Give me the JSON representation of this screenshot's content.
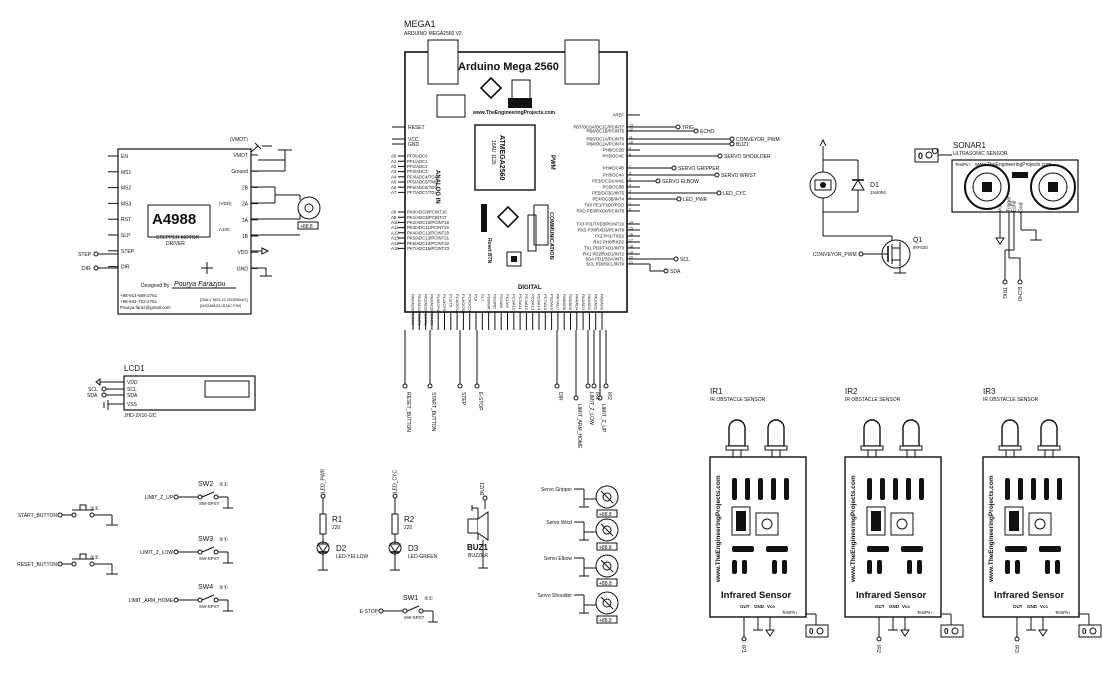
{
  "mega": {
    "ref": "MEGA1",
    "part": "ARDUINO MEGA2560 V2",
    "title": "Arduino Mega 2560",
    "site": "www.TheEngineeringProjects.com",
    "chip": "ATMEGA2560",
    "chip2": "16AU 1126",
    "reset_btn": "Reset BTN",
    "section_analog": "ANALOG IN",
    "section_pwm": "PWM",
    "section_comm": "COMMUNICATION",
    "section_digital": "DIGITAL",
    "left_pins": [
      "RESET",
      "VCC",
      "GND"
    ],
    "analog_a": [
      "A0",
      "A1",
      "A2",
      "A3",
      "A4",
      "A5",
      "A6",
      "A7"
    ],
    "analog_pins": [
      "PF0/ADC0",
      "PF1/ADC1",
      "PF2/ADC2",
      "PF3/ADC3",
      "PF4/ADC4/TCK",
      "PF5/ADC5/TMS",
      "PF6/ADC6/TDO",
      "PF7/ADC7/TDI"
    ],
    "analog_b": [
      "A8",
      "A9",
      "A10",
      "A11",
      "A12",
      "A13",
      "A14",
      "A15"
    ],
    "analog_pins2": [
      "PK0/ADC8/PCINT16",
      "PK1/ADC9/PCINT17",
      "PK2/ADC10/PCINT18",
      "PK3/ADC11/PCINT19",
      "PK4/ADC12/PCINT20",
      "PK5/ADC13/PCINT21",
      "PK6/ADC14/PCINT22",
      "PK7/ADC15/PCINT23"
    ],
    "right_pins": [
      "AREF",
      "PB7/OC0A/OC1C/PCINT7",
      "PB6/OC1B/PCINT6",
      "PB5/OC1A/PCINT5",
      "PB4/OC2A/PCINT4",
      "PH6/OC2B",
      "PH5/OC4C",
      "PH4/OC4B",
      "PH3/OC4A",
      "PE3/OC3A/AIN1",
      "PG5/OC0B",
      "PE5/OC3C/INT5",
      "PE4/OC3B/INT4",
      "TX0 PE1/TXD0/PDO",
      "RXD PE0/RXD0/PCINT8",
      "TX3 PJ1/TXD3/PCINT10",
      "RX3 PJ0/RXD3/PCINT9",
      "TX2 PH1/TXD2",
      "RX2 PH0/RXD2",
      "TX1 PD3/TXD1/INT3",
      "RX1 PD2/RXD1/INT2",
      "SDA PD1/SDA/INT1",
      "SCL PD0/SCL/INT0"
    ],
    "right_nums": [
      "13",
      "12",
      "11",
      "10",
      "9",
      "8",
      "7",
      "6",
      "5",
      "4",
      "3",
      "2",
      "1",
      "0",
      "14",
      "15",
      "16",
      "17",
      "18",
      "19",
      "20",
      "21"
    ],
    "bottom_pins": [
      "PA0/AD0/PCINT0",
      "PA1/AD1/PCINT1",
      "PA2/AD2/PCINT2",
      "PA3/AD3/PCINT3",
      "PL0/ICP4",
      "PL1/ICP5",
      "PL2/T5",
      "PL3/OC5A",
      "PL4/OC5B",
      "PL5/OC5C",
      "PL6",
      "PL7",
      "PG0/WR",
      "PG1/RD",
      "PC0/A8",
      "PC1/A9",
      "PC2/A10",
      "PC3/A11",
      "PC4/A12",
      "PC5/A13",
      "PC6/A14",
      "PC7/A15",
      "PG2/ALE",
      "PA7/AD7",
      "PA6/AD6",
      "PA5/AD5",
      "PA4/AD4",
      "PA3/AD3",
      "PA2/AD2",
      "PA1/AD1",
      "PA0/AD0"
    ]
  },
  "net_labels": {
    "trig": "TRIG",
    "echo": "ECHO",
    "conveyor_pwm": "CONVEYOR_PWM",
    "buz1": "BUZ1",
    "servo_shoulder": "SERVO SHOULDER",
    "servo_gripper": "SERVO GRIPPER",
    "servo_wrist": "SERVO WRIST",
    "servo_elbow": "SERVO ELBOW",
    "led_cyc": "LED_CYC",
    "led_pwr": "LED_PWR",
    "scl": "SCL",
    "sda": "SDA",
    "reset_button": "RESET_BUTTON",
    "start_button": "START_BUTTON",
    "step": "STEP",
    "e_stop": "E-STOP",
    "dir": "DIR",
    "limit_arm_home": "LIMIT_ARM_HOME",
    "limit_z_low": "LIMIT_Z_LOW",
    "limit_z_up": "LIMIT_Z_UP",
    "ir1": "IR1",
    "ir2": "IR2",
    "ir3": "IR3"
  },
  "driver": {
    "chip": "A4988",
    "desc1": "STEPPER MOTOR",
    "desc2": "DRIVER",
    "left_pins": [
      "EN",
      "MS1",
      "MS2",
      "MS3",
      "RST",
      "SLP",
      "STEP",
      "DIR"
    ],
    "right_pins": [
      "VMOT",
      "Ground",
      "2B",
      "2A",
      "1A",
      "1B",
      "VDD",
      "GND"
    ],
    "vmot_label": "(VMOT)",
    "vdd_label": "(VDD)",
    "a100": "A100",
    "designed_by": "Designed By :",
    "designer": "Pourya Farazjou",
    "phone1": "+98-914-669-2761",
    "phone2": "+98-531-702-2761",
    "email": "Pourya.faraz@gmail.com",
    "note1": "[ONLY MS1 IS WORKING]",
    "note2": "[MS2&MS3 IS NC PIN]",
    "net_step": "STEP",
    "net_dir": "DIR",
    "motor_value": "+88.8"
  },
  "lcd": {
    "ref": "LCD1",
    "part": "JHD-2X16-I2C",
    "pins": [
      "VDD",
      "SCL",
      "SDA",
      "VSS"
    ],
    "net_scl": "SCL",
    "net_sda": "SDA"
  },
  "switches": [
    {
      "ref": "SW2",
      "part": "SW-SPST",
      "net": "LIMIT_Z_UP"
    },
    {
      "ref": "SW3",
      "part": "SW-SPST",
      "net": "LIMIT_Z_LOW"
    },
    {
      "ref": "SW4",
      "part": "SW-SPST",
      "net": "LIMIT_ARM_HOME"
    },
    {
      "ref": "SW1",
      "part": "SW-SPST",
      "net": "E-STOP"
    }
  ],
  "buttons": [
    {
      "net": "START_BUTTON"
    },
    {
      "net": "RESET_BUTTON"
    }
  ],
  "leds": [
    {
      "ref": "R1",
      "rval": "220",
      "led": "D2",
      "part": "LED-YELLOW",
      "net": "LED_PWR"
    },
    {
      "ref": "R2",
      "rval": "220",
      "led": "D3",
      "part": "LED-GREEN",
      "net": "LED_CYC"
    }
  ],
  "buzzer": {
    "ref": "BUZ1",
    "part": "BUZZER",
    "net": "BUZ1"
  },
  "servos": [
    {
      "label": "Servo Gripper",
      "value": "+88.8"
    },
    {
      "label": "Servo Wrist",
      "value": "+88.8"
    },
    {
      "label": "Servo Elbow",
      "value": "+88.8"
    },
    {
      "label": "Servo Shoulder",
      "value": "+88.8"
    }
  ],
  "diode": {
    "ref": "D1",
    "part": "1N4004"
  },
  "mosfet": {
    "ref": "Q1",
    "part": "IRF520",
    "net": "CONVEYOR_PWM"
  },
  "sonar": {
    "ref": "SONAR1",
    "part": "ULTRASONIC SENSOR",
    "site": "www.TheEngineeringProjects.com",
    "testpin": "TestPin",
    "pins": [
      "Vcc",
      "Trigger",
      "Echo",
      "Gnd"
    ],
    "net_trig": "TRIG",
    "net_echo": "ECHO"
  },
  "ir_sensors": [
    {
      "ref": "IR1",
      "part": "IR OBSTACLE SENSOR",
      "net": "IR1"
    },
    {
      "ref": "IR2",
      "part": "IR OBSTACLE SENSOR",
      "net": "IR2"
    },
    {
      "ref": "IR3",
      "part": "IR OBSTACLE SENSOR",
      "net": "IR3"
    }
  ],
  "ir_common": {
    "site": "www.TheEngineeringProjects.com",
    "title": "Infrared Sensor",
    "pins": [
      "OUT",
      "GND",
      "Vcc"
    ],
    "testpin": "TestPin"
  }
}
